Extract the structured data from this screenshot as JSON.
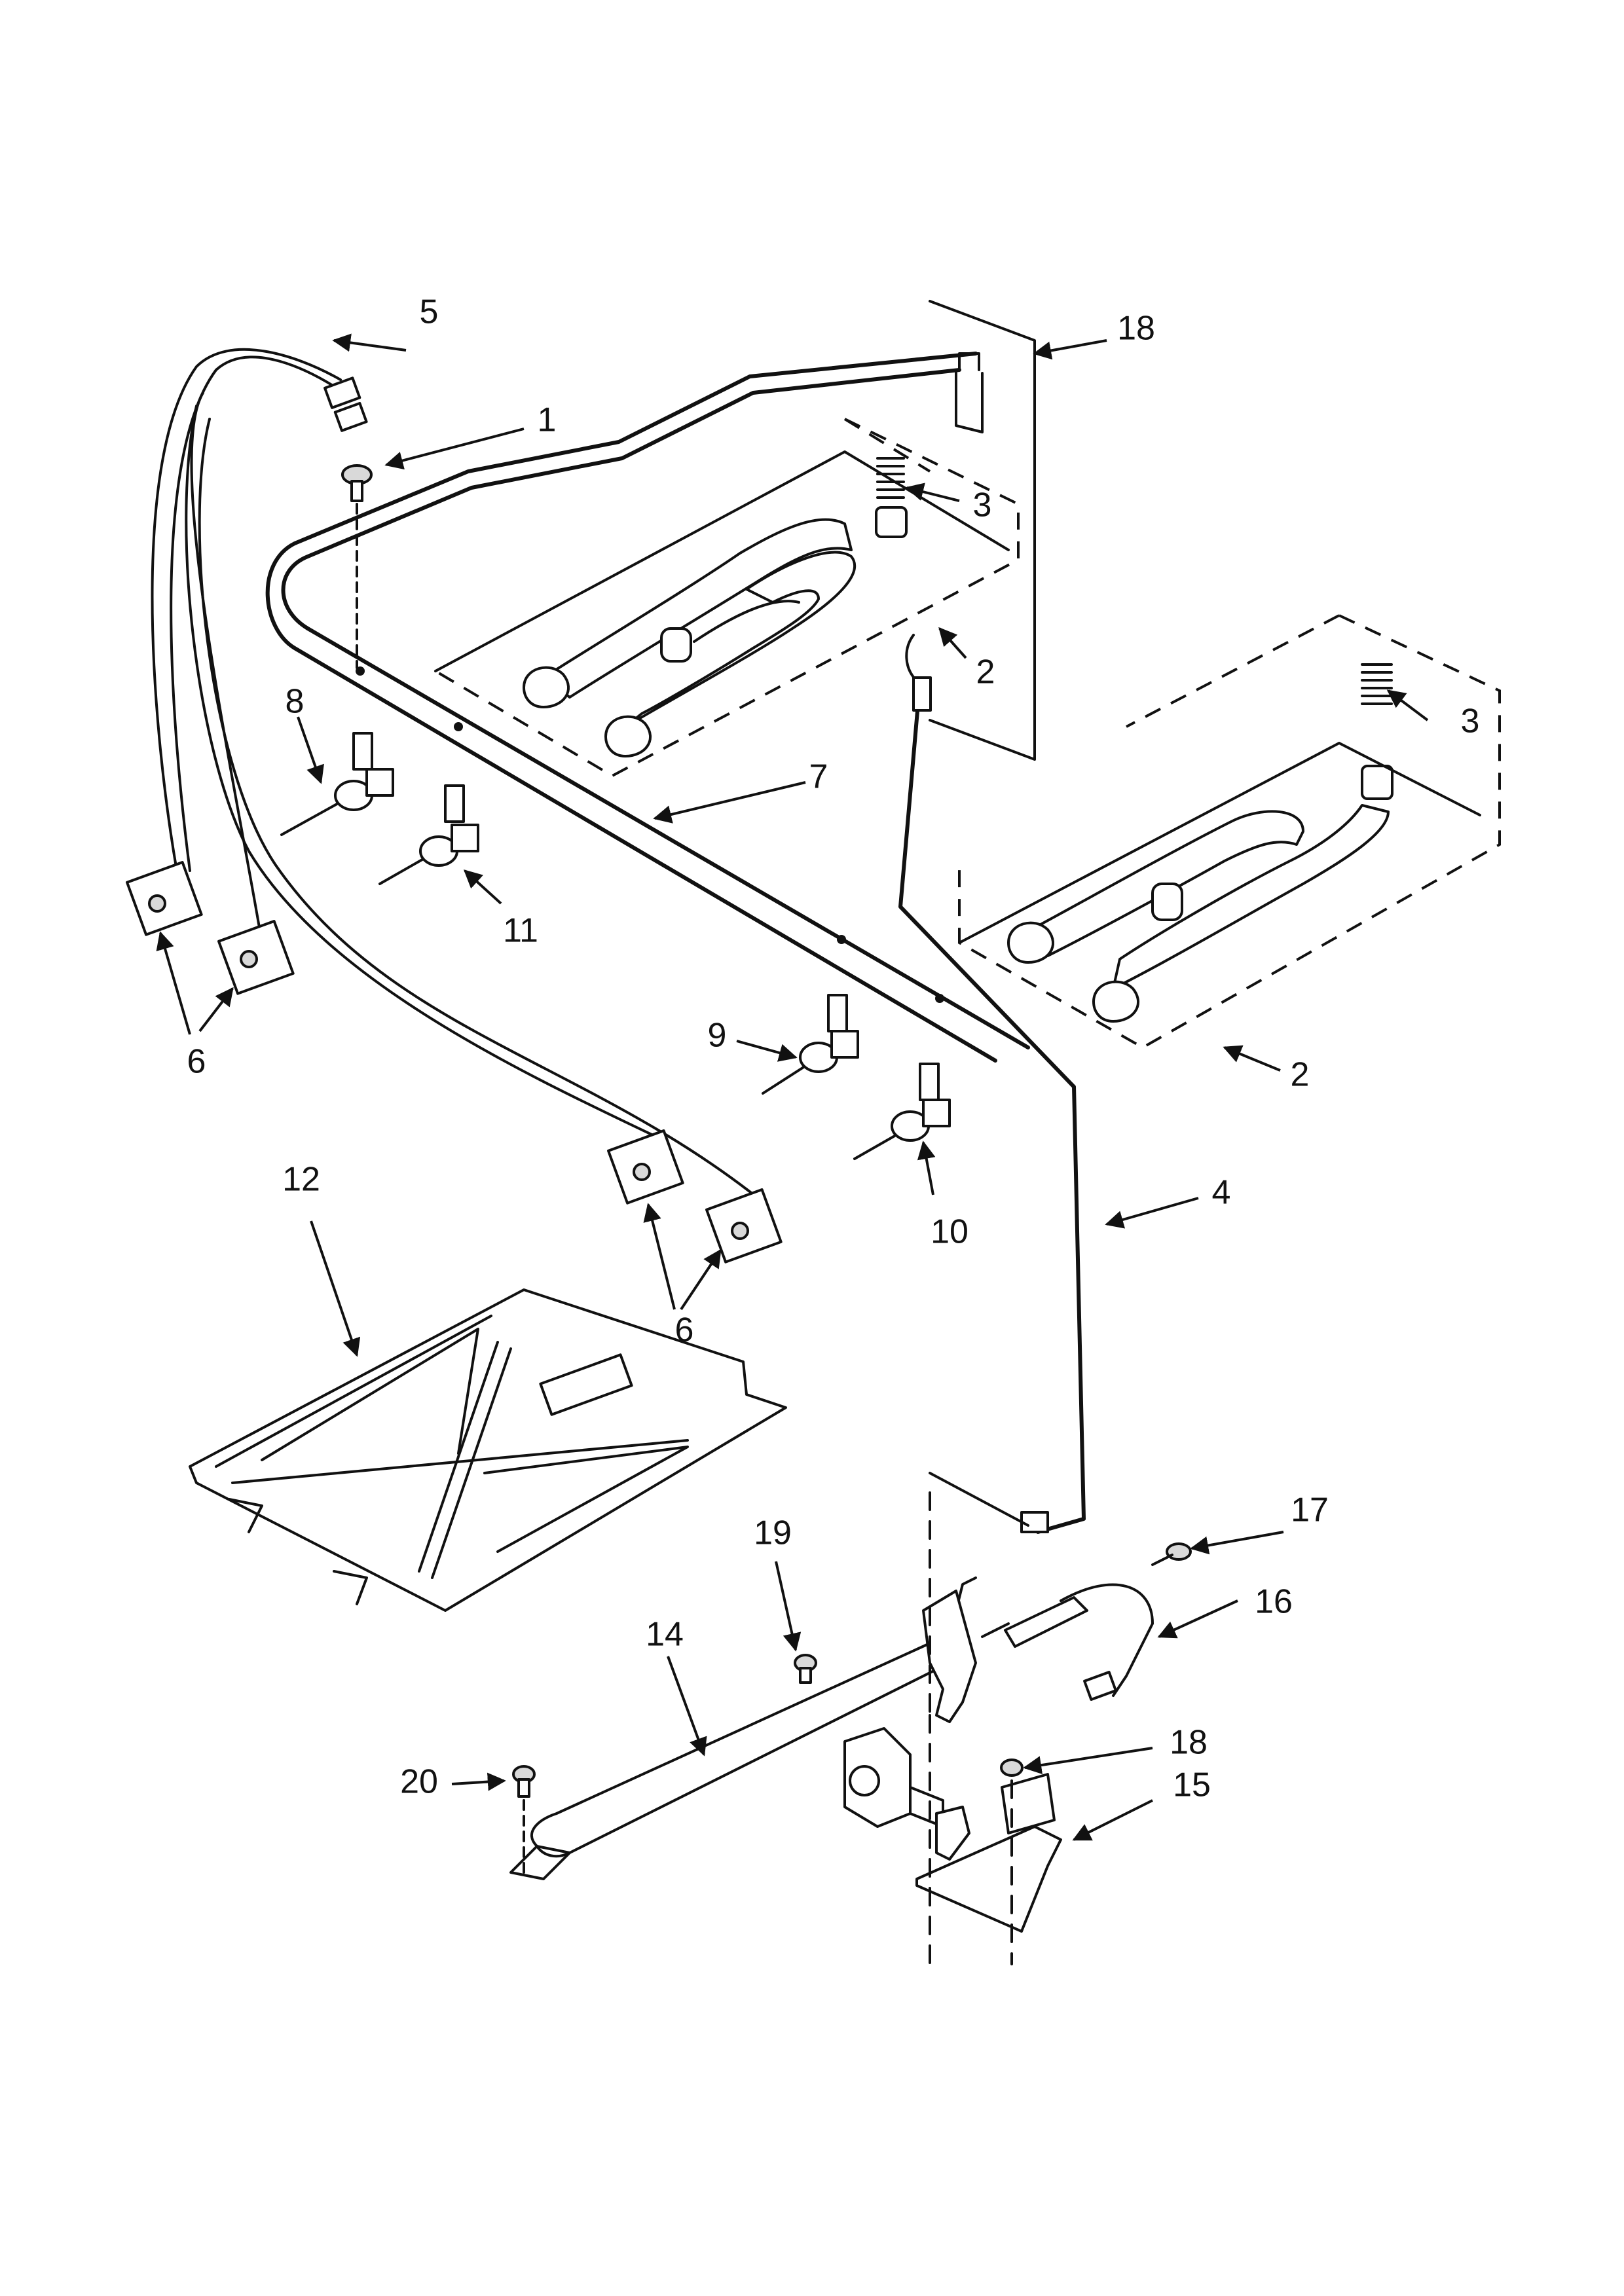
{
  "callouts": {
    "c1": "1",
    "c2a": "2",
    "c2b": "2",
    "c3a": "3",
    "c3b": "3",
    "c4": "4",
    "c5": "5",
    "c6a": "6",
    "c6b": "6",
    "c7": "7",
    "c8": "8",
    "c9": "9",
    "c10": "10",
    "c11": "11",
    "c12": "12",
    "c14": "14",
    "c15": "15",
    "c16": "16",
    "c17": "17",
    "c18a": "18",
    "c18b": "18",
    "c19": "19",
    "c20": "20"
  }
}
